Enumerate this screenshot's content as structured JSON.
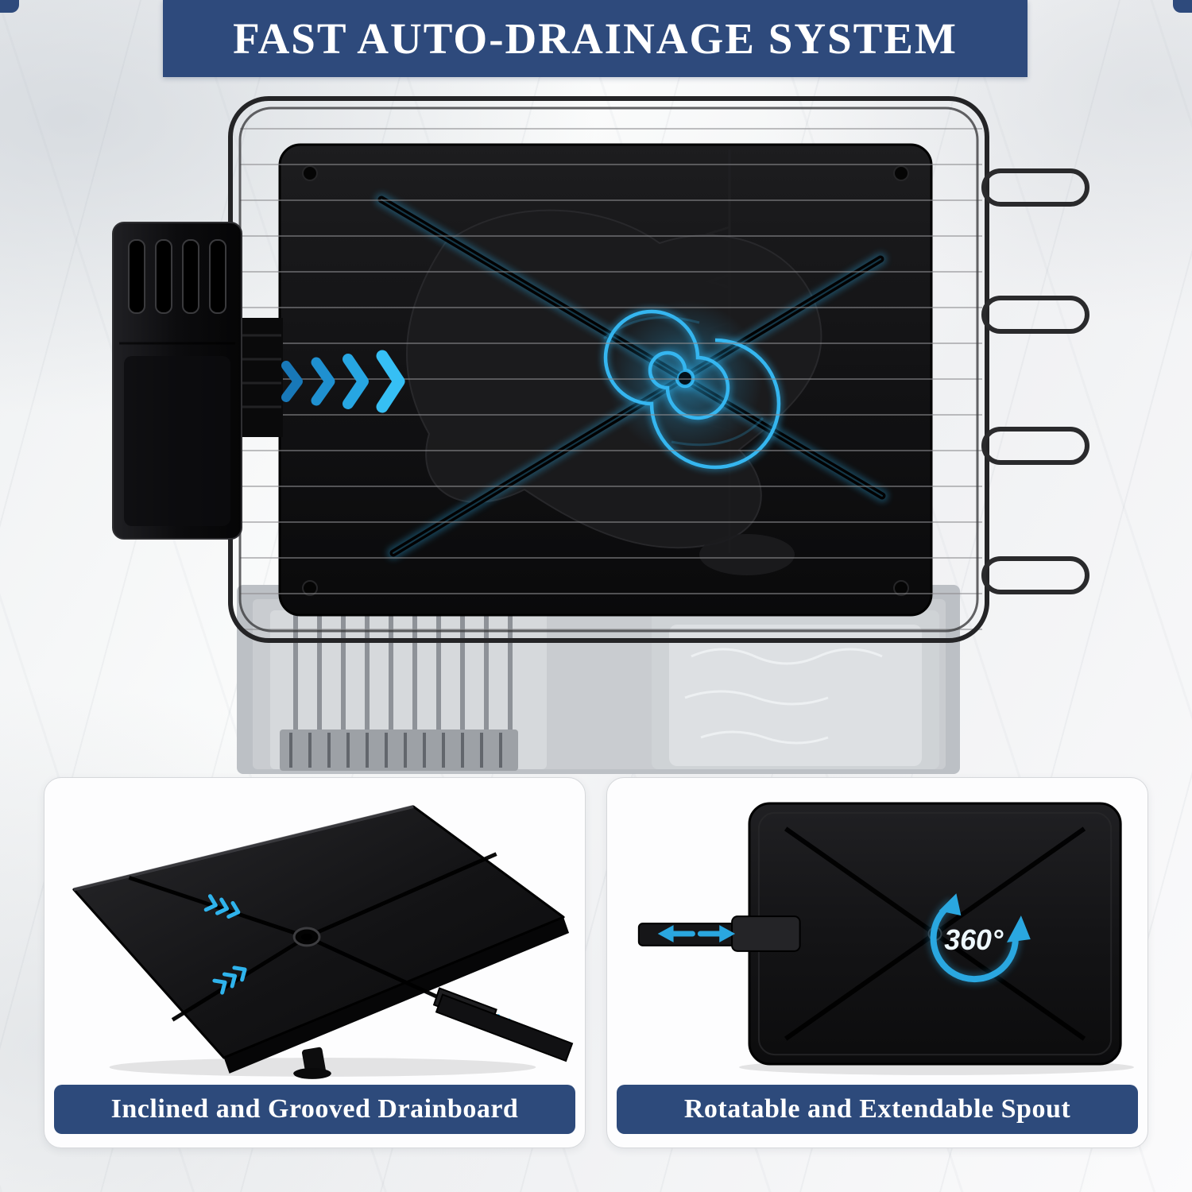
{
  "header": {
    "title": "FAST AUTO-DRAINAGE SYSTEM"
  },
  "features": {
    "left": {
      "caption": "Inclined and Grooved Drainboard"
    },
    "right": {
      "caption": "Rotatable and Extendable Spout",
      "rotation_label": "360°"
    }
  },
  "colors": {
    "banner_background": "#2E4A7C",
    "banner_text": "#FFFFFF",
    "caption_background": "#2D4A7B",
    "caption_text": "#FFFFFF",
    "accent_blue": "#2AA7E0",
    "product_black": "#101012",
    "page_background": "#F3F4F5"
  },
  "icons": {
    "flow_chevrons": "»»»»",
    "drain_vortex": "@",
    "rotation_arrow": "⟳",
    "extend_arrows": "◄►",
    "groove_chevrons": "»"
  }
}
